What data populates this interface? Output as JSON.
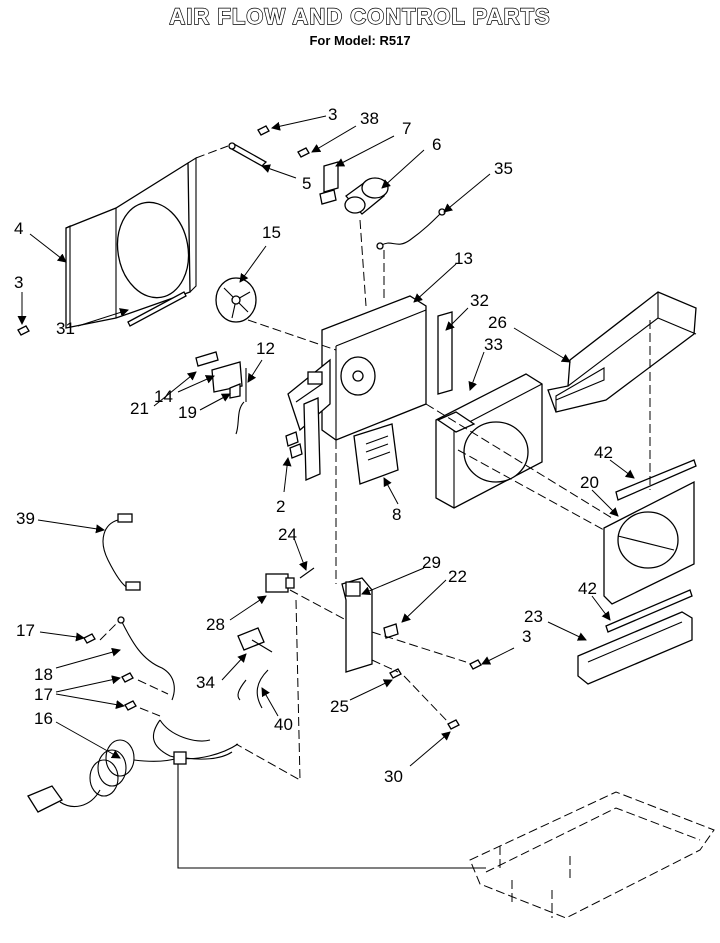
{
  "title": "AIR FLOW AND CONTROL PARTS",
  "subtitle": "For Model: R517",
  "callouts": [
    "3",
    "38",
    "7",
    "6",
    "35",
    "5",
    "4",
    "15",
    "13",
    "32",
    "26",
    "3",
    "33",
    "31",
    "12",
    "21",
    "14",
    "19",
    "42",
    "20",
    "2",
    "8",
    "39",
    "24",
    "29",
    "22",
    "28",
    "42",
    "17",
    "23",
    "3",
    "18",
    "34",
    "17",
    "40",
    "16",
    "25",
    "30"
  ]
}
